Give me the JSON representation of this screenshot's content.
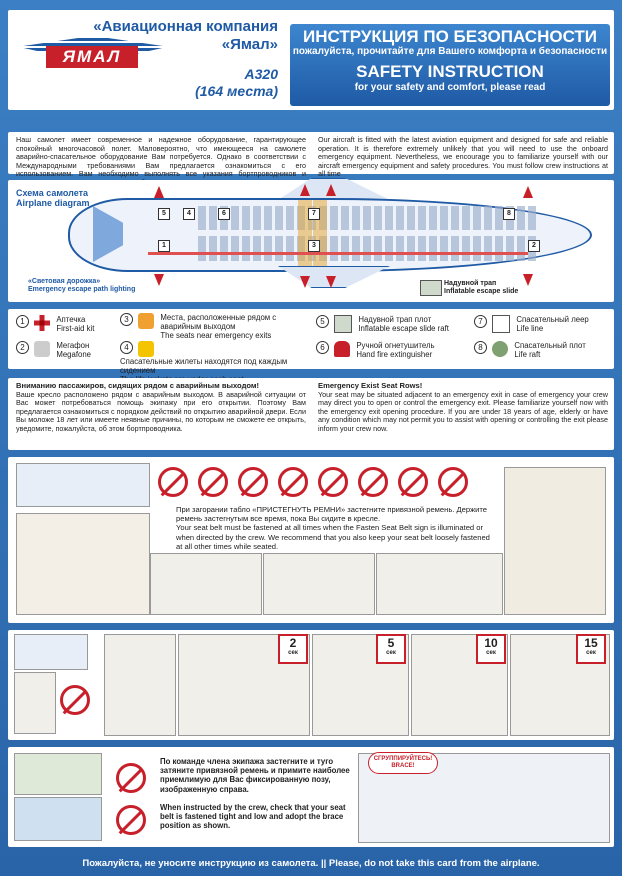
{
  "header": {
    "logo_text": "ЯМАЛ",
    "company": "«Авиационная компания «Ямал»",
    "aircraft": "A320",
    "seats": "(164 места)",
    "title_ru": "ИНСТРУКЦИЯ ПО БЕЗОПАСНОСТИ",
    "subtitle_ru": "пожалуйста, прочитайте для Вашего комфорта и безопасности",
    "title_en": "SAFETY INSTRUCTION",
    "subtitle_en": "for your safety and comfort, please read"
  },
  "intro": {
    "ru": "Наш самолет имеет современное и надежное оборудование, гарантирующее спокойный многочасовой полет. Маловероятно, что имеющееся на самолете аварийно-спасательное оборудование Вам потребуется. Однако в соответствии с Международными требованиями Вам предлагается ознакомиться с его использованием. Вам необходимо выполнять все указания бортпроводников и экипажа, а также световых электротабло.",
    "en": "Our aircraft is fitted with the latest aviation equipment and designed for safe and reliable operation. It is therefore extremely unlikely that you will need to use the onboard emergency equipment. Nevertheless, we encourage you to familiarize yourself with our aircraft emergency equipment and safety procedures. You must follow crew instructions at all time"
  },
  "diagram": {
    "title_ru": "Схема самолета",
    "title_en": "Airplane diagram",
    "path_ru": "«Световая дорожка»",
    "path_en": "Emergency escape path lighting",
    "slide_ru": "Надувной трап",
    "slide_en": "Inflatable escape slide",
    "marks": [
      "5",
      "4",
      "6",
      "8",
      "7",
      "3",
      "2",
      "1"
    ]
  },
  "legend": [
    {
      "num": "1",
      "ru": "Аптечка",
      "en": "First-aid kit",
      "icon": "first-aid-icon"
    },
    {
      "num": "2",
      "ru": "Мегафон",
      "en": "Megafone",
      "icon": "megaphone-icon"
    },
    {
      "num": "3",
      "ru": "Места, расположенные рядом с аварийным выходом",
      "en": "The seats near emergency exits",
      "icon": "exit-seat-icon"
    },
    {
      "num": "4",
      "ru": "Спасательные жилеты находятся под каждым сидением",
      "en": "The life jackets are under each seat",
      "icon": "life-jacket-icon"
    },
    {
      "num": "5",
      "ru": "Надувной трап плот",
      "en": "Inflatable escape slide raft",
      "icon": "slide-raft-icon"
    },
    {
      "num": "6",
      "ru": "Ручной огнетушитель",
      "en": "Hand fire extinguisher",
      "icon": "extinguisher-icon"
    },
    {
      "num": "7",
      "ru": "Спасательный леер",
      "en": "Life line",
      "icon": "life-line-icon"
    },
    {
      "num": "8",
      "ru": "Спасательный плот",
      "en": "Life raft",
      "icon": "life-raft-icon"
    }
  ],
  "exit_rows": {
    "ru_title": "Вниманию пассажиров, сидящих рядом с аварийным выходом!",
    "ru_text": "Ваше кресло расположено рядом с аварийным выходом. В аварийной ситуации от Вас может потребоваться помощь экипажу при его открытии. Поэтому Вам предлагается ознакомиться с порядком действий по открытию аварийной двери. Если Вы моложе 18 лет или имеете неявные причины, по которым не сможете ее открыть, уведомите, пожалуйста, об этом бортпроводника.",
    "en_title": "Emergency Exist Seat Rows!",
    "en_text": "Your seat may be situated adjacent to an emergency exit in case of emergency your crew may direct you to open or control the emergency exit. Please familiarize yourself now with the emergency exit opening procedure. If you are under 18 years of age, elderly or have any condition which may not permit you to assist with opening or controlling the exit please inform your crew now."
  },
  "belt": {
    "ru": "При загорании табло «ПРИСТЕГНУТЬ РЕМНИ» застегните привязной ремень. Держите ремень застегнутым все время, пока Вы сидите в кресле.",
    "en": "Your seat belt must be fastened at all times when the Fasten Seat Belt sign is illuminated or when directed by the crew. We recommend that you also keep your seat belt loosely fastened at all other times while seated.",
    "prohibited": [
      "no-phone-icon",
      "no-smoking-icon",
      "no-device-icon",
      "no-electronics-icon",
      "no-music-icon",
      "no-radio-icon",
      "no-phone-call-icon",
      "no-laptop-icon"
    ]
  },
  "oxygen": {
    "timers": [
      {
        "value": "2",
        "unit": "сек"
      },
      {
        "value": "5",
        "unit": "сек"
      },
      {
        "value": "10",
        "unit": "сек"
      },
      {
        "value": "15",
        "unit": "сек"
      }
    ]
  },
  "brace": {
    "ru": "По команде члена экипажа застегните и туго затяните привязной ремень и примите наиболее приемлимую для Вас фиксированную позу, изображенную справа.",
    "en": "When instructed by the crew, check that your seat belt is fastened tight and low and adopt the brace position as shown.",
    "shout": "СГРУППИРУЙТЕСЬ! BRACE!"
  },
  "footer": "Пожалуйста, не уносите инструкцию из самолета.   ||   Please, do not take this card from the airplane.",
  "colors": {
    "brand_blue": "#1f5aa5",
    "accent_red": "#c8202a"
  }
}
